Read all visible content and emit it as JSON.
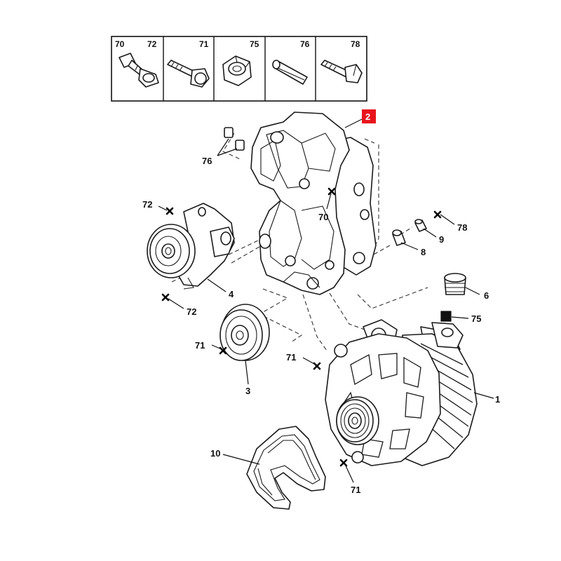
{
  "accent_color": "#e8141c",
  "fastener_table": [
    {
      "ids": [
        "70",
        "72"
      ],
      "icon": "flanged-bolt-icon"
    },
    {
      "ids": [
        "71"
      ],
      "icon": "bolt-icon"
    },
    {
      "ids": [
        "75"
      ],
      "icon": "nut-icon"
    },
    {
      "ids": [
        "76"
      ],
      "icon": "dowel-pin-icon"
    },
    {
      "ids": [
        "78"
      ],
      "icon": "hex-bolt-icon"
    }
  ],
  "callouts": {
    "bracket": "2",
    "dowel": "76",
    "tensioner_bolt": "72",
    "bracket_bolt": "70",
    "stud_bolt": "78",
    "spacer": "9",
    "bushing": "8",
    "tensioner": "4",
    "tensioner_lower_bolt": "72",
    "cap": "6",
    "nut": "75",
    "idler_bolt": "71",
    "alt_bolt_upper": "71",
    "alternator": "1",
    "idler": "3",
    "belt": "10",
    "alt_bolt_lower": "71"
  }
}
